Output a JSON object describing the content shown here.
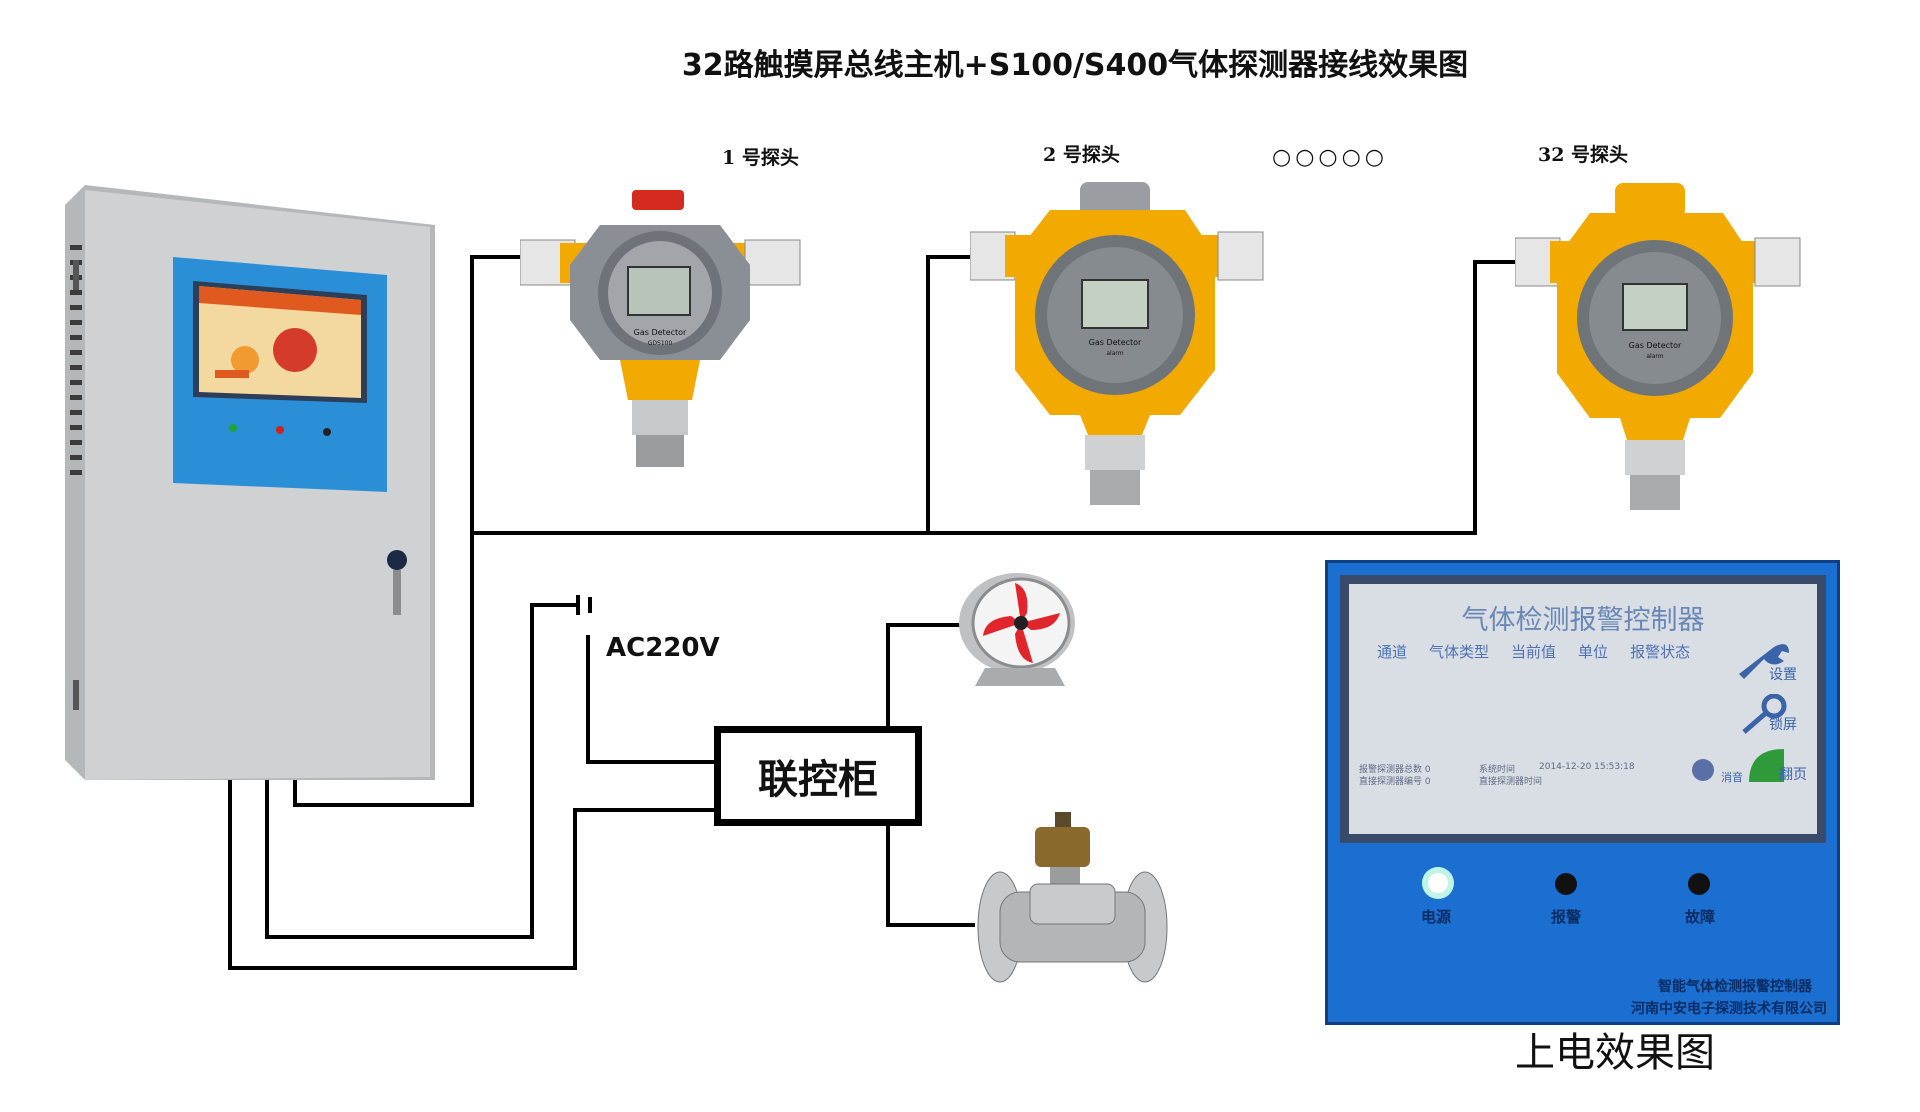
{
  "title": "32路触摸屏总线主机+S100/S400气体探测器接线效果图",
  "probes": {
    "probe1": "1 号探头",
    "probe2": "2 号探头",
    "ellipsis": "○○○○○",
    "probe32": "32 号探头",
    "device_text": "Gas Detector",
    "model_text": "GDS100",
    "alarm_text": "alarm"
  },
  "power_label": "AC220V",
  "linkage_cabinet": "联控柜",
  "controller": {
    "panel_name": "智能气体检测报警控制器",
    "led_labels": [
      "电源",
      "报警",
      "故障"
    ]
  },
  "power_on_panel": {
    "screen_title": "气体检测报警控制器",
    "columns": [
      "通道",
      "气体类型",
      "当前值",
      "单位",
      "报警状态"
    ],
    "icons": [
      "设置",
      "锁屏",
      "翻页",
      "消音"
    ],
    "footer_left_1": "报警探测器总数  0",
    "footer_left_2": "直接探测器编号  0",
    "footer_mid_1": "系统时间",
    "footer_mid_2": "直接探测器时间",
    "footer_time": "2014-12-20  15:53:18",
    "led_labels": [
      "电源",
      "报警",
      "故障"
    ],
    "company_1": "智能气体检测报警控制器",
    "company_2": "河南中安电子探测技术有限公司",
    "caption": "上电效果图"
  },
  "colors": {
    "housing_yellow": "#f2a900",
    "housing_gray": "#8a8f96",
    "panel_blue": "#1a6fd1",
    "controller_gray": "#c9cbcc",
    "controller_blue": "#2b8fd8",
    "fan_red": "#e0262c"
  },
  "icons": {
    "fan": "axial-fan-icon",
    "valve": "solenoid-valve-icon",
    "wrench": "wrench-icon",
    "key": "key-icon"
  }
}
